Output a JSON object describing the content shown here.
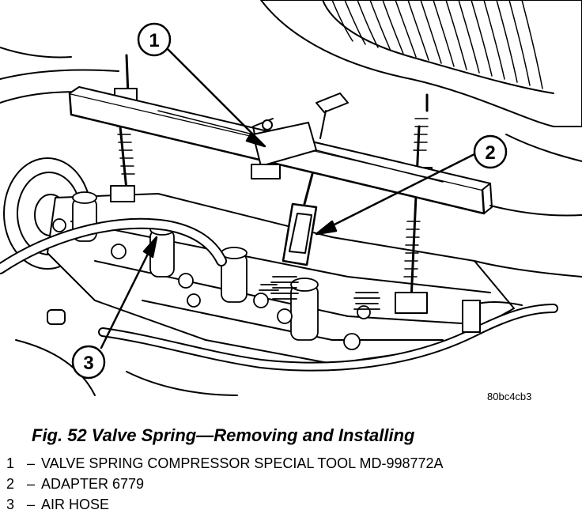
{
  "figure": {
    "code": "80bc4cb3",
    "caption": "Fig. 52 Valve Spring—Removing and Installing"
  },
  "callouts": [
    {
      "number": "1"
    },
    {
      "number": "2"
    },
    {
      "number": "3"
    }
  ],
  "legend": [
    {
      "number": "1",
      "separator": "–",
      "text": "VALVE SPRING COMPRESSOR SPECIAL TOOL MD-998772A"
    },
    {
      "number": "2",
      "separator": "–",
      "text": "ADAPTER 6779"
    },
    {
      "number": "3",
      "separator": "–",
      "text": "AIR HOSE"
    }
  ]
}
